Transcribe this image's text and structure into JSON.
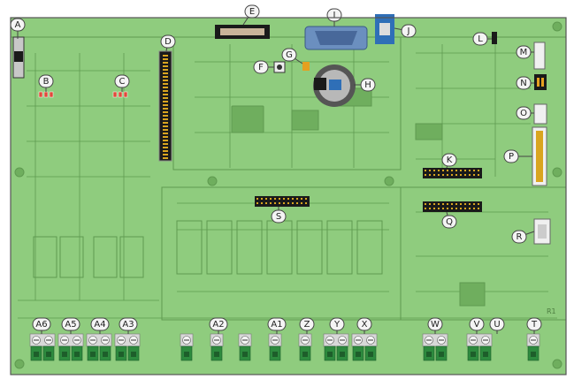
{
  "colors": {
    "board": "#8fcc7e",
    "board_dark": "#6fae5e",
    "trace": "#5f9a50",
    "label_fill": "#f4f4f4",
    "label_stroke": "#444444",
    "terminal_green": "#2d8a3e",
    "terminal_dark": "#1d5e2a",
    "terminal_grey": "#d8d8d8",
    "header_black": "#1a1a1a",
    "pin_gold": "#d9a520",
    "db9_blue": "#6b8fbf",
    "usb_blue": "#2f6fb7",
    "battery_silver": "#b8b8b8",
    "led_red": "#e04a3a",
    "jumper_orange": "#e5a020"
  },
  "labels": {
    "A": "A",
    "B": "B",
    "C": "C",
    "D": "D",
    "E": "E",
    "F": "F",
    "G": "G",
    "H": "H",
    "I": "I",
    "J": "J",
    "K": "K",
    "L": "L",
    "M": "M",
    "N": "N",
    "O": "O",
    "P": "P",
    "Q": "Q",
    "R": "R",
    "S": "S",
    "T": "T",
    "U": "U",
    "V": "V",
    "W": "W",
    "X": "X",
    "Y": "Y",
    "Z": "Z",
    "A1": "A1",
    "A2": "A2",
    "A3": "A3",
    "A4": "A4",
    "A5": "A5",
    "A6": "A6"
  },
  "silkscreen": {
    "r1": "R1"
  }
}
